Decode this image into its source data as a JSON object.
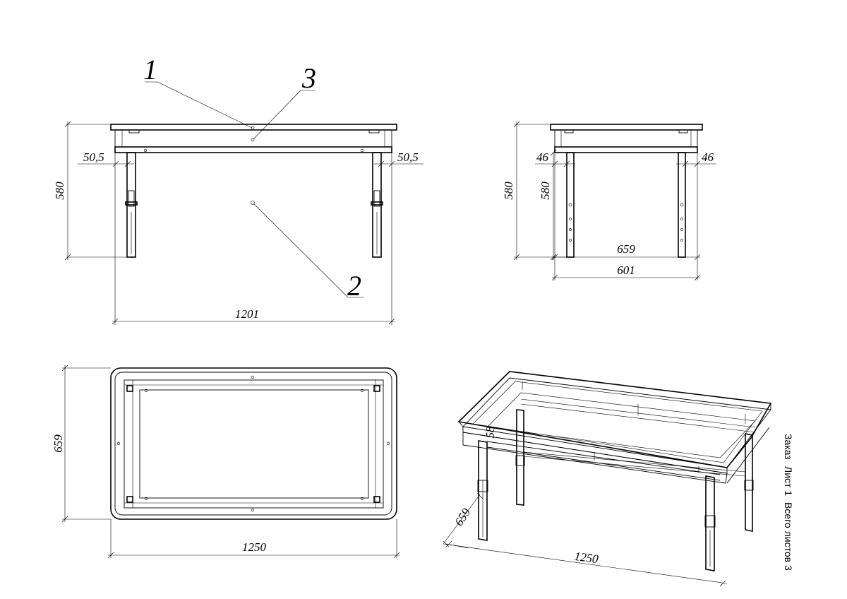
{
  "views": {
    "front": {
      "dims": {
        "left_offset": "50,5",
        "right_offset": "50,5",
        "height": "580",
        "width": "1201"
      },
      "callouts": {
        "c1": "1",
        "c2": "2",
        "c3": "3"
      }
    },
    "side": {
      "dims": {
        "left_offset": "46",
        "right_offset": "46",
        "height_outer": "580",
        "height_inner": "580",
        "depth_top": "659",
        "depth_bottom": "601"
      }
    },
    "top": {
      "dims": {
        "length": "1250",
        "depth": "659"
      }
    },
    "iso": {
      "dims": {
        "length": "1250",
        "depth": "659",
        "partial": "58"
      }
    }
  },
  "stamp": {
    "order": "Заказ",
    "sheet": "Лист 1",
    "total": "Всего листов 3"
  }
}
